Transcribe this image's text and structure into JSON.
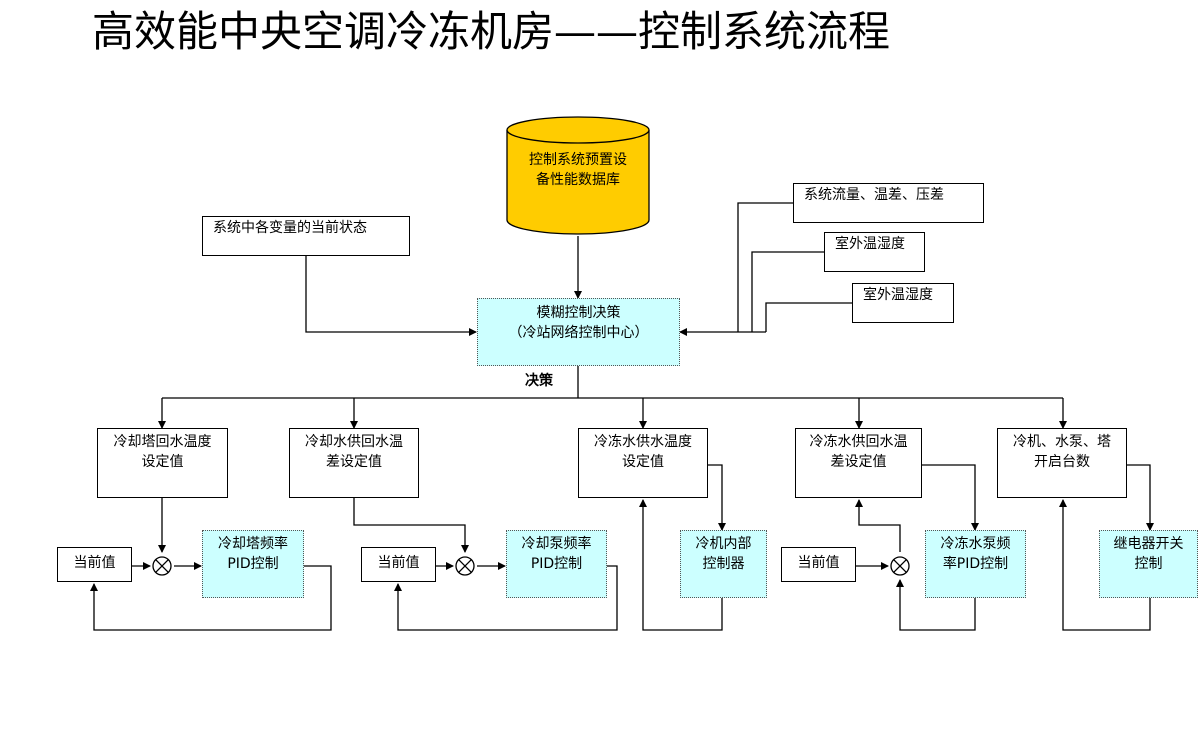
{
  "title": "高效能中央空调冷冻机房——控制系统流程",
  "database": {
    "line1": "控制系统预置设",
    "line2": "备性能数据库"
  },
  "center": {
    "line1": "模糊控制决策",
    "line2": "（冷站网络控制中心）"
  },
  "decision_label": "决策",
  "inputs": {
    "state": "系统中各变量的当前状态",
    "flow": "系统流量、温差、压差",
    "outdoor1": "室外温湿度",
    "outdoor2": "室外温湿度"
  },
  "setpoints": {
    "tower": {
      "line1": "冷却塔回水温度",
      "line2": "设定值"
    },
    "cooling_water": {
      "line1": "冷却水供回水温",
      "line2": "差设定值"
    },
    "chilled_supply": {
      "line1": "冷冻水供水温度",
      "line2": "设定值"
    },
    "chilled_delta": {
      "line1": "冷冻水供回水温",
      "line2": "差设定值"
    },
    "units": {
      "line1": "冷机、水泵、塔",
      "line2": "开启台数"
    }
  },
  "current_values": {
    "c1": "当前值",
    "c2": "当前值",
    "c3": "当前值"
  },
  "controllers": {
    "tower_pid": {
      "line1": "冷却塔频率",
      "line2": "PID控制"
    },
    "cooling_pump_pid": {
      "line1": "冷却泵频率",
      "line2": "PID控制"
    },
    "chiller_internal": {
      "line1": "冷机内部",
      "line2": "控制器"
    },
    "chilled_pump_pid": {
      "line1": "冷冻水泵频",
      "line2": "率PID控制"
    },
    "relay": {
      "line1": "继电器开关",
      "line2": "控制"
    }
  },
  "colors": {
    "database_fill": "#ffcc00",
    "controller_fill": "#ccffff",
    "line": "#000000"
  }
}
